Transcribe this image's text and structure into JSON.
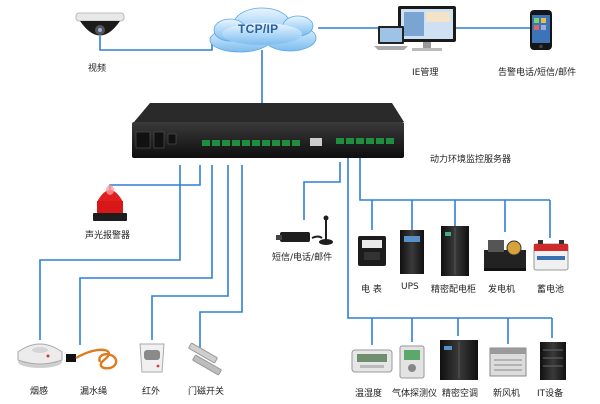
{
  "network": {
    "label": "TCP/IP"
  },
  "server": {
    "label": "动力环境监控服务器"
  },
  "top_devices": [
    {
      "label": "视频",
      "icon": "dome-camera-icon"
    },
    {
      "label": "IE管理",
      "icon": "computer-monitor-icon"
    },
    {
      "label": "告警电话/短信/邮件",
      "icon": "mobile-phone-icon"
    }
  ],
  "alarm_devices": [
    {
      "label": "声光报警器",
      "icon": "strobe-alarm-icon"
    },
    {
      "label": "短信/电话/邮件",
      "icon": "sms-modem-icon"
    }
  ],
  "sensors": [
    {
      "label": "烟感",
      "icon": "smoke-detector-icon"
    },
    {
      "label": "漏水绳",
      "icon": "water-leak-rope-icon"
    },
    {
      "label": "红外",
      "icon": "infrared-sensor-icon"
    },
    {
      "label": "门磁开关",
      "icon": "door-contact-icon"
    }
  ],
  "power_devices": [
    {
      "label": "电 表",
      "icon": "power-meter-icon"
    },
    {
      "label": "UPS",
      "icon": "ups-cabinet-icon"
    },
    {
      "label": "精密配电柜",
      "icon": "distribution-cabinet-icon"
    },
    {
      "label": "发电机",
      "icon": "generator-icon"
    },
    {
      "label": "蓄电池",
      "icon": "battery-icon"
    }
  ],
  "env_devices": [
    {
      "label": "温湿度",
      "icon": "temp-humidity-icon"
    },
    {
      "label": "气体探测仪",
      "icon": "gas-detector-icon"
    },
    {
      "label": "精密空调",
      "icon": "precision-ac-icon"
    },
    {
      "label": "新风机",
      "icon": "fresh-air-unit-icon"
    },
    {
      "label": "IT设备",
      "icon": "it-rack-icon"
    }
  ],
  "colors": {
    "line": "#2f7fd6",
    "cloud": "#6fb4ec",
    "device": "#1f1f1f"
  }
}
